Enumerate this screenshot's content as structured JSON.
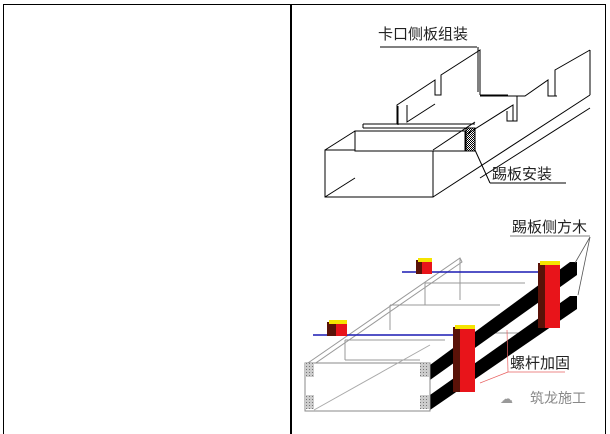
{
  "top_figure": {
    "label_side_panel": "卡口侧板组装",
    "label_kick_board": "踢板安装"
  },
  "bottom_figure": {
    "label_timber": "踢板侧方木",
    "label_bolt": "螺杆加固",
    "watermark": "筑龙施工"
  },
  "colors": {
    "red": "#e8141a",
    "yellow": "#f5e400",
    "blue": "#1a1ab4",
    "dark": "#5a1208"
  }
}
